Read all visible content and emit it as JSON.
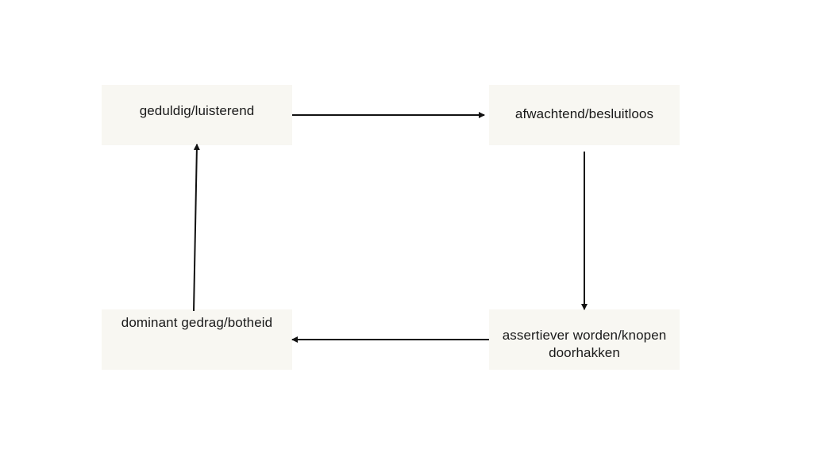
{
  "diagram": {
    "nodes": {
      "top_left": "geduldig/luisterend",
      "top_right": "afwachtend/besluitloos",
      "bottom_right": "assertiever worden/knopen doorhakken",
      "bottom_left": "dominant gedrag/botheid"
    },
    "edges": [
      {
        "from": "geduldig/luisterend",
        "to": "afwachtend/besluitloos"
      },
      {
        "from": "afwachtend/besluitloos",
        "to": "assertiever worden/knopen doorhakken"
      },
      {
        "from": "assertiever worden/knopen doorhakken",
        "to": "dominant gedrag/botheid"
      },
      {
        "from": "dominant gedrag/botheid",
        "to": "geduldig/luisterend"
      }
    ],
    "colors": {
      "node_fill": "#f8f7f2",
      "arrow": "#111111",
      "text": "#1a1a1a"
    }
  }
}
